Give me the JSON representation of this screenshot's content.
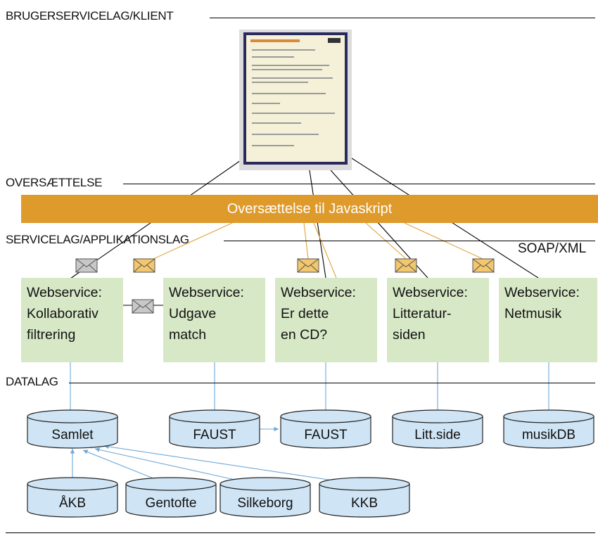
{
  "layers": {
    "client": "BRUGERSERVICELAG/KLIENT",
    "translation": "OVERSÆTTELSE",
    "service": "SERVICELAG/APPLIKATIONSLAG",
    "data": "DATALAG"
  },
  "banner": "Oversættelse til Javaskript",
  "soap_label": "SOAP/XML",
  "webservices": [
    {
      "lines": [
        "Webservice:",
        "Kollaborativ",
        "filtrering"
      ]
    },
    {
      "lines": [
        "Webservice:",
        "Udgave",
        "match"
      ]
    },
    {
      "lines": [
        "Webservice:",
        "Er dette",
        "en CD?"
      ]
    },
    {
      "lines": [
        "Webservice:",
        "Litteratur-",
        "siden"
      ]
    },
    {
      "lines": [
        "Webservice:",
        "Netmusik"
      ]
    }
  ],
  "databases_row1": [
    "Samlet",
    "FAUST",
    "FAUST",
    "Litt.side",
    "musikDB"
  ],
  "databases_row2": [
    "ÅKB",
    "Gentofte",
    "Silkeborg",
    "KKB"
  ],
  "colors": {
    "banner": "#de9a2b",
    "service_box": "#d7e8c6",
    "database_fill": "#cfe4f4",
    "orange_line": "#e0a23c",
    "blue_line": "#6fa9d8",
    "envelope_orange": "#f2c76e",
    "envelope_gray": "#c8c8c8"
  },
  "icons": {
    "client_screenshot": "browser-screenshot-icon",
    "message": "envelope-icon",
    "database": "database-cylinder-icon"
  }
}
